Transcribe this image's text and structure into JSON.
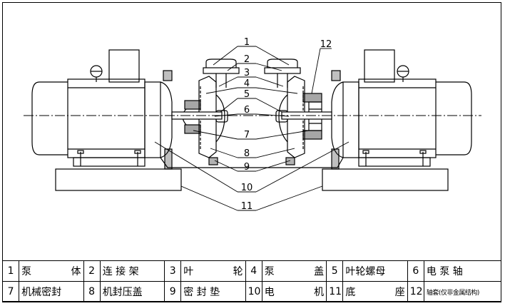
{
  "callouts": [
    "1",
    "2",
    "3",
    "4",
    "5",
    "6",
    "7",
    "8",
    "9",
    "10",
    "11",
    "12"
  ],
  "parts": [
    [
      {
        "no": "1",
        "name": "泵　　体",
        "spread": true
      },
      {
        "no": "2",
        "name": "连 接 架",
        "spread": false
      },
      {
        "no": "3",
        "name": "叶　　轮",
        "spread": true
      },
      {
        "no": "4",
        "name": "泵　　盖",
        "spread": true
      },
      {
        "no": "5",
        "name": "叶轮螺母",
        "spread": false
      },
      {
        "no": "6",
        "name": "电 泵 轴",
        "spread": false
      }
    ],
    [
      {
        "no": "7",
        "name": "机械密封",
        "spread": false
      },
      {
        "no": "8",
        "name": "机封压盖",
        "spread": false
      },
      {
        "no": "9",
        "name": "密 封 垫",
        "spread": false
      },
      {
        "no": "10",
        "name": "电　　机",
        "spread": true
      },
      {
        "no": "11",
        "name": "底　　座",
        "spread": true
      },
      {
        "no": "12",
        "name": "轴套(仅非金属结构)",
        "spread": false,
        "small": true
      }
    ]
  ]
}
